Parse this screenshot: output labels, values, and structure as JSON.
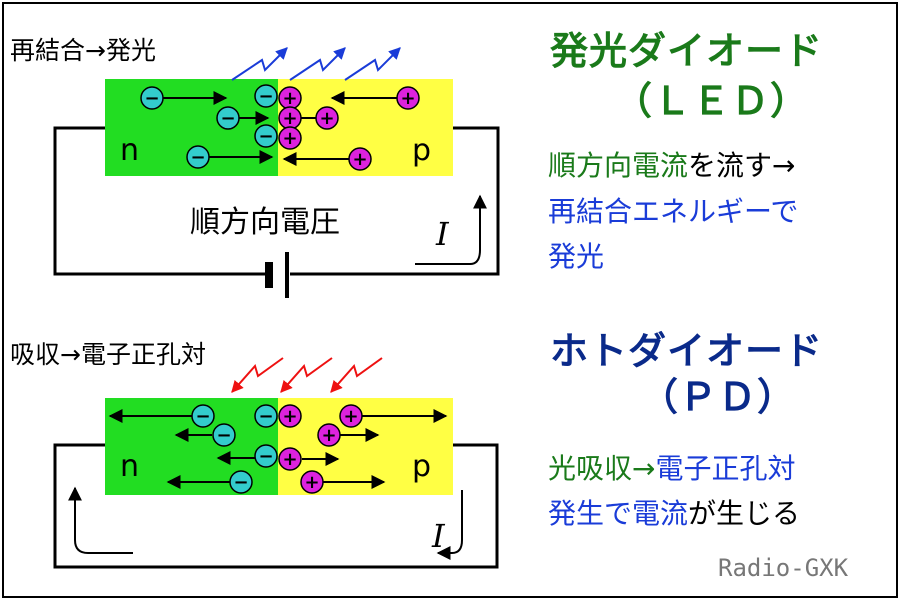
{
  "top": {
    "process_label": "再結合→発光",
    "title_line1": "発光ダイオード",
    "title_line2": "（ＬＥＤ）",
    "voltage_label": "順方向電圧",
    "n_label": "n",
    "p_label": "p",
    "current_label": "I",
    "desc_part1": "順方向電流",
    "desc_part2": "を流す→",
    "desc_line2": "再結合エネルギーで",
    "desc_line3": "発光"
  },
  "bottom": {
    "process_label": "吸収→電子正孔対",
    "title_line1": "ホトダイオード",
    "title_line2": "（ＰＤ）",
    "n_label": "n",
    "p_label": "p",
    "current_label": "I",
    "desc_part1": "光吸収→",
    "desc_part2": "電子正孔対",
    "desc_line2_part1": "発生で",
    "desc_line2_part2": "電流",
    "desc_line2_part3": "が生じる"
  },
  "symbols": {
    "electron": "−",
    "hole": "+"
  },
  "watermark": "Radio-GXK",
  "colors": {
    "n_region": "#22dd22",
    "p_region": "#ffff44",
    "electron": "#33cccc",
    "hole": "#dd22dd",
    "emitted_light": "#1a3cd8",
    "absorbed_light": "#ee1111",
    "green_text": "#1a7a1a",
    "blue_text": "#1a3cd8",
    "navy_text": "#0a2a8a"
  }
}
